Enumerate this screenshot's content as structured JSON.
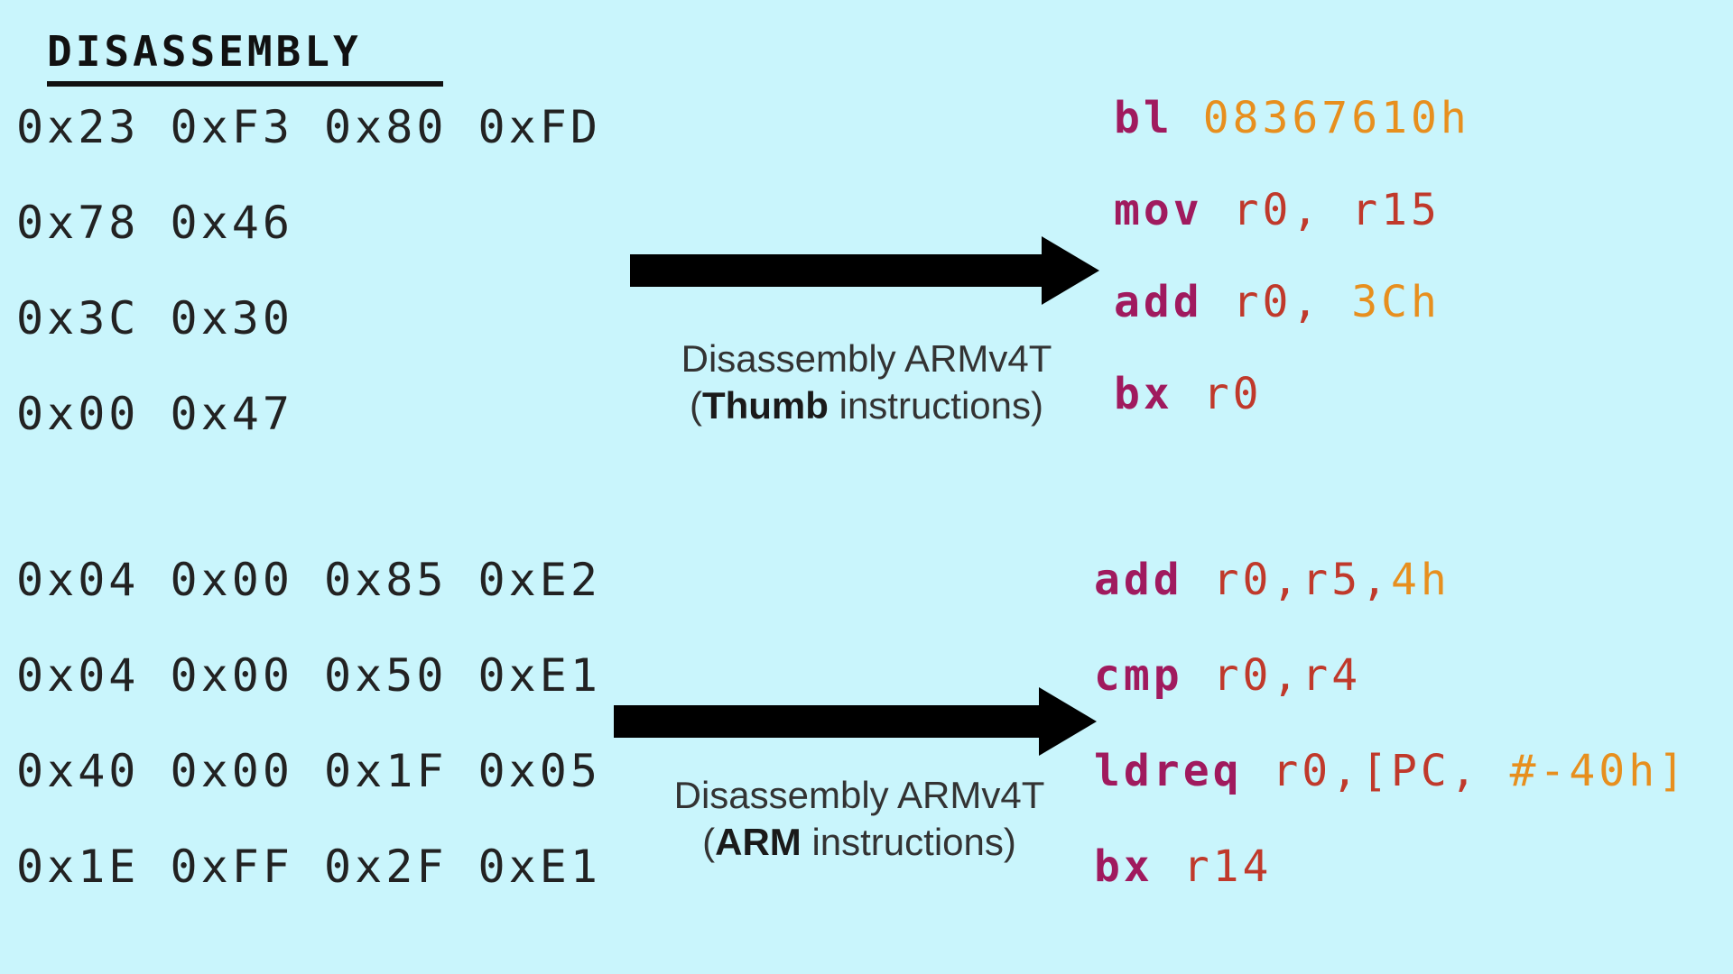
{
  "title": "DISASSEMBLY",
  "colors": {
    "bg": "#c9f5fc",
    "bytes_text": "#222222",
    "mnemonic": "#a01a5e",
    "register": "#c0392b",
    "immediate": "#e78f1e",
    "arrow": "#000000",
    "label_text": "#333333"
  },
  "groups": [
    {
      "name": "thumb",
      "bytes": [
        "0x23 0xF3 0x80 0xFD",
        "0x78 0x46",
        "0x3C 0x30",
        "0x00 0x47"
      ],
      "arrow_label": {
        "line1": "Disassembly ARMv4T",
        "line2_prefix": "(",
        "line2_bold": "Thumb",
        "line2_suffix": " instructions)"
      },
      "instructions": [
        [
          {
            "text": "bl",
            "type": "mnemonic"
          },
          {
            "text": " ",
            "type": "plain"
          },
          {
            "text": "08367610h",
            "type": "immediate"
          }
        ],
        [
          {
            "text": "mov",
            "type": "mnemonic"
          },
          {
            "text": " ",
            "type": "plain"
          },
          {
            "text": "r0, r15",
            "type": "register"
          }
        ],
        [
          {
            "text": "add",
            "type": "mnemonic"
          },
          {
            "text": " ",
            "type": "plain"
          },
          {
            "text": "r0, ",
            "type": "register"
          },
          {
            "text": "3Ch",
            "type": "immediate"
          }
        ],
        [
          {
            "text": "bx",
            "type": "mnemonic"
          },
          {
            "text": " ",
            "type": "plain"
          },
          {
            "text": "r0",
            "type": "register"
          }
        ]
      ]
    },
    {
      "name": "arm",
      "bytes": [
        "0x04 0x00 0x85 0xE2",
        "0x04 0x00 0x50 0xE1",
        "0x40 0x00 0x1F 0x05",
        "0x1E 0xFF 0x2F 0xE1"
      ],
      "arrow_label": {
        "line1": "Disassembly ARMv4T",
        "line2_prefix": "(",
        "line2_bold": "ARM",
        "line2_suffix": " instructions)"
      },
      "instructions": [
        [
          {
            "text": "add",
            "type": "mnemonic"
          },
          {
            "text": " ",
            "type": "plain"
          },
          {
            "text": "r0,r5,",
            "type": "register"
          },
          {
            "text": "4h",
            "type": "immediate"
          }
        ],
        [
          {
            "text": "cmp",
            "type": "mnemonic"
          },
          {
            "text": " ",
            "type": "plain"
          },
          {
            "text": "r0,r4",
            "type": "register"
          }
        ],
        [
          {
            "text": "ldreq",
            "type": "mnemonic"
          },
          {
            "text": " ",
            "type": "plain"
          },
          {
            "text": "r0,[PC, ",
            "type": "register"
          },
          {
            "text": "#-40h]",
            "type": "immediate"
          }
        ],
        [
          {
            "text": "bx",
            "type": "mnemonic"
          },
          {
            "text": " ",
            "type": "plain"
          },
          {
            "text": "r14",
            "type": "register"
          }
        ]
      ]
    }
  ]
}
